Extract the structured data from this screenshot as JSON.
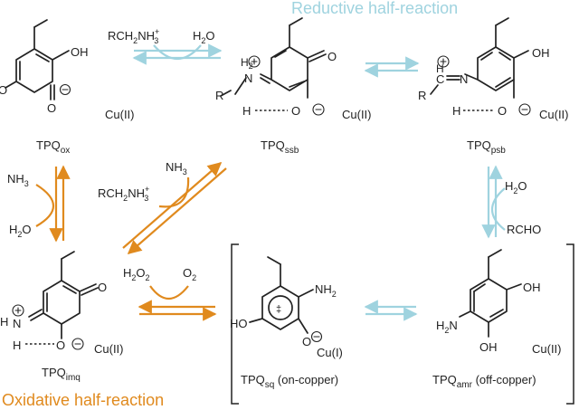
{
  "titles": {
    "reductive": "Reductive half-reaction",
    "oxidative": "Oxidative half-reaction"
  },
  "colors": {
    "reductive": "#9fd3df",
    "oxidative": "#e08a1e",
    "text": "#222222"
  },
  "compounds": {
    "tpq_ox": {
      "base": "TPQ",
      "sub": "ox",
      "metal": "Cu(II)"
    },
    "tpq_ssb": {
      "base": "TPQ",
      "sub": "ssb",
      "metal": "Cu(II)"
    },
    "tpq_psb": {
      "base": "TPQ",
      "sub": "psb",
      "metal": "Cu(II)"
    },
    "tpq_imq": {
      "base": "TPQ",
      "sub": "imq",
      "metal": "Cu(II)"
    },
    "tpq_sq": {
      "base": "TPQ",
      "sub": "sq",
      "suffix": " (on-copper)",
      "metal": "Cu(I)"
    },
    "tpq_amr": {
      "base": "TPQ",
      "sub": "amr",
      "suffix": " (off-copper)",
      "metal": "Cu(II)"
    }
  },
  "atoms": {
    "oh": "OH",
    "o": "O",
    "n": "N",
    "h": "H",
    "r": "R",
    "c": "C",
    "h2": "H",
    "h2_sub": "2",
    "nh2": "NH",
    "nh2_sub": "2",
    "h2n": "H",
    "h2n_sub": "2",
    "h2n_n": "N",
    "ho": "HO",
    "minus": "⊖",
    "plus": "⊕",
    "radical_plus": "‡"
  },
  "reagents": {
    "amine_top": {
      "pre": "RCH",
      "sub": "2",
      "mid": "NH",
      "sup": "+",
      "sub2": "3"
    },
    "water_top": {
      "pre": "H",
      "sub": "2",
      "post": "O"
    },
    "amine_mid": {
      "pre": "RCH",
      "sub": "2",
      "mid": "NH",
      "sup": "+",
      "sub2": "3"
    },
    "nh3_mid": {
      "pre": "NH",
      "sub": "3"
    },
    "nh3_left": {
      "pre": "NH",
      "sub": "3"
    },
    "water_left": {
      "pre": "H",
      "sub": "2",
      "post": "O"
    },
    "water_right": {
      "pre": "H",
      "sub": "2",
      "post": "O"
    },
    "rcho": "RCHO",
    "h2o2": {
      "pre": "H",
      "sub": "2",
      "mid": "O",
      "sub2": "2"
    },
    "o2": {
      "pre": "O",
      "sub": "2"
    }
  }
}
